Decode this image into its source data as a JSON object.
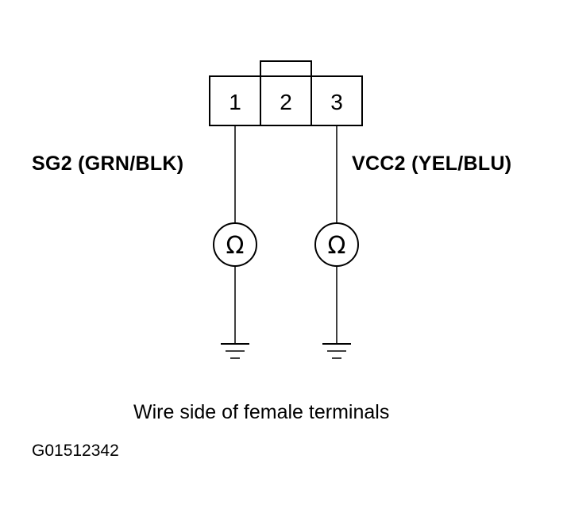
{
  "connector": {
    "terminals": [
      "1",
      "2",
      "3"
    ]
  },
  "wires": {
    "left_label": "SG2 (GRN/BLK)",
    "right_label": "VCC2 (YEL/BLU)"
  },
  "meters": {
    "symbol": "Ω"
  },
  "caption": "Wire side of female terminals",
  "figure_id": "G01512342"
}
